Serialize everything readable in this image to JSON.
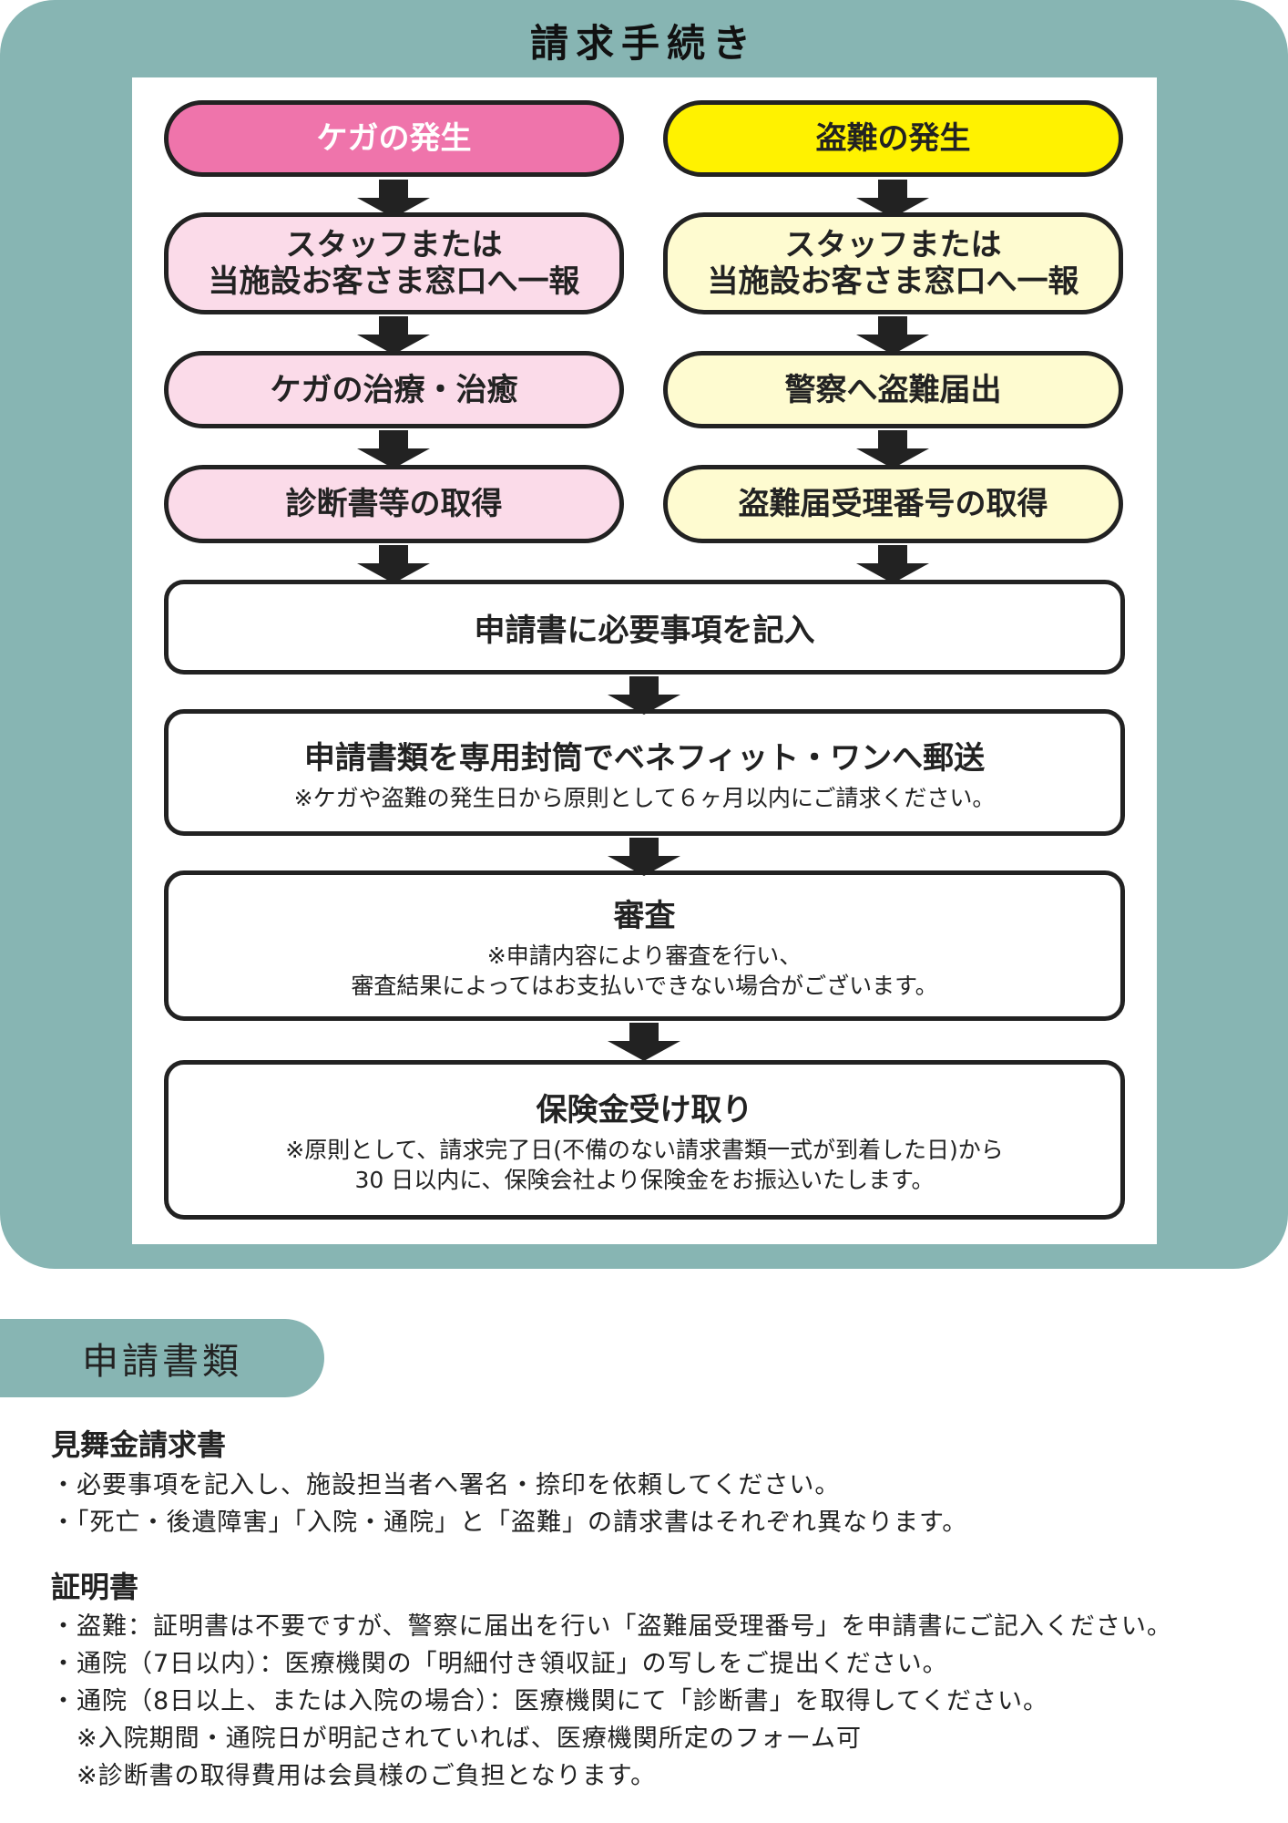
{
  "title": "請求手続き",
  "injury": [
    "ケガの発生",
    "スタッフまたは",
    "当施設お客さま窓口へ一報",
    "ケガの治療・治癒",
    "診断書等の取得"
  ],
  "theft": [
    "盗難の発生",
    "スタッフまたは",
    "当施設お客さま窓口へ一報",
    "警察へ盗難届出",
    "盗難届受理番号の取得"
  ],
  "steps": [
    {
      "main": "申請書に必要事項を記入"
    },
    {
      "main": "申請書類を専用封筒でベネフィット・ワンへ郵送",
      "sub": [
        "※ケガや盗難の発生日から原則として６ヶ月以内にご請求ください。"
      ]
    },
    {
      "main": "審査",
      "sub": [
        "※申請内容により審査を行い、",
        "審査結果によってはお支払いできない場合がございます。"
      ]
    },
    {
      "main": "保険金受け取り",
      "sub": [
        "※原則として、請求完了日(不備のない請求書類一式が到着した日)から",
        "30 日以内に、保険会社より保険金をお振込いたします。"
      ]
    }
  ],
  "section_label": "申請書類",
  "claim_form": {
    "heading": "見舞金請求書",
    "lines": [
      "・必要事項を記入し、施設担当者へ署名・捺印を依頼してください。",
      "・「死亡・後遺障害」「入院・通院」と「盗難」の請求書はそれぞれ異なります。"
    ]
  },
  "certificate": {
    "heading": "証明書",
    "lines": [
      "・盗難：証明書は不要ですが、警察に届出を行い「盗難届受理番号」を申請書にご記入ください。",
      "・通院（7日以内）：医療機関の「明細付き領収証」の写しをご提出ください。",
      "・通院（8日以上、または入院の場合）：医療機関にて「診断書」を取得してください。",
      "　※入院期間・通院日が明記されていれば、医療機関所定のフォーム可",
      "　※診断書の取得費用は会員様のご負担となります。"
    ]
  }
}
